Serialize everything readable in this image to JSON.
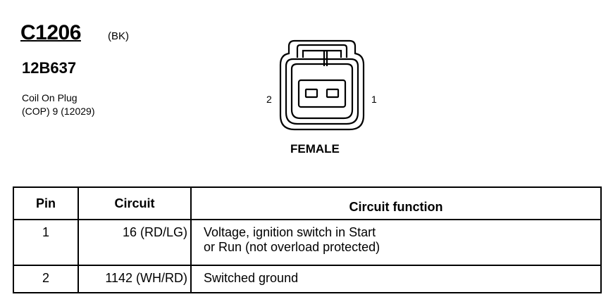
{
  "connector": {
    "id": "C1206",
    "color_code": "(BK)",
    "part_number": "12B637",
    "description_line1": "Coil On Plug",
    "description_line2": "(COP) 9 (12029)",
    "gender": "FEMALE",
    "pin_labels": {
      "left": "2",
      "right": "1"
    }
  },
  "table": {
    "headers": {
      "pin": "Pin",
      "circuit": "Circuit",
      "function": "Circuit function"
    },
    "rows": [
      {
        "pin": "1",
        "circuit": "16 (RD/LG)",
        "function_line1": "Voltage, ignition switch in Start",
        "function_line2": "or Run (not overload protected)"
      },
      {
        "pin": "2",
        "circuit": "1142 (WH/RD)",
        "function_line1": "Switched ground",
        "function_line2": ""
      }
    ]
  }
}
